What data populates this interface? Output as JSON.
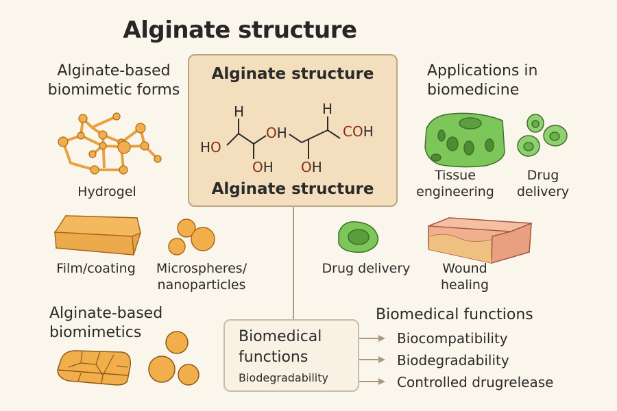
{
  "title": "Alginate structure",
  "center_box": {
    "title": "Alginate structure",
    "subtitle": "Alginate structure",
    "formula": {
      "left_h": "H",
      "ho": "HO",
      "oh_mid": "OH",
      "oh_bottom_left": "OH",
      "oh_bottom_right": "OH",
      "right_h": "H",
      "coh": "COH"
    }
  },
  "left_section": {
    "heading_line1": "Alginate-based",
    "heading_line2": "biomimetic forms",
    "items": [
      {
        "label": "Hydrogel",
        "icon": "hydrogel-network-icon"
      },
      {
        "label": "Film/coating",
        "icon": "film-slab-icon"
      },
      {
        "label_line1": "Microspheres/",
        "label_line2": "nanoparticles",
        "icon": "microspheres-icon"
      }
    ]
  },
  "right_section": {
    "heading_line1": "Applications in",
    "heading_line2": "biomedicine",
    "items": [
      {
        "label_line1": "Tissue",
        "label_line2": "engineering",
        "icon": "scaffold-icon"
      },
      {
        "label_line1": "Drug",
        "label_line2": "delivery",
        "icon": "cells-icon"
      },
      {
        "label": "Drug delivery",
        "icon": "cell-icon"
      },
      {
        "label_line1": "Wound",
        "label_line2": "healing",
        "icon": "skin-layer-icon"
      }
    ]
  },
  "bottom_left": {
    "heading_line1": "Alginate-based",
    "heading_line2": "biomimetics"
  },
  "functions_box": {
    "line1": "Biomedical",
    "line2": "functions",
    "line3": "Biodegradability"
  },
  "functions_list": {
    "heading": "Biomedical functions",
    "items": [
      "Biocompatibility",
      "Biodegradability",
      "Controlled drugrelease"
    ]
  },
  "colors": {
    "background": "#fbf6ec",
    "center_box_fill": "#f3dfbd",
    "orange": "#f2ae4a",
    "green": "#7cc65a",
    "skin": "#f2b899",
    "oxygen_red": "#8a2a14",
    "arrow": "#a89a80"
  }
}
